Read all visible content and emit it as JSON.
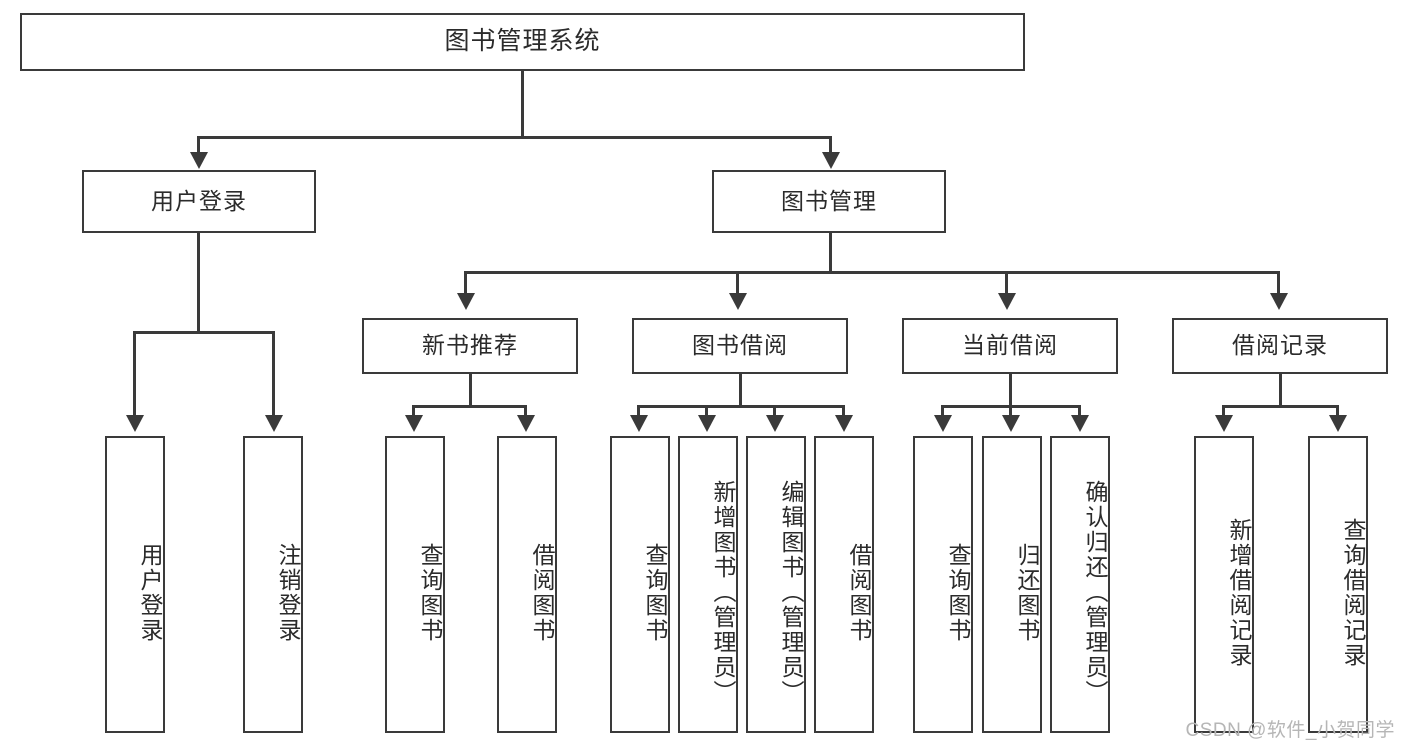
{
  "diagram": {
    "title": "图书管理系统",
    "root": {
      "label": "图书管理系统"
    },
    "level2": [
      {
        "label": "用户登录"
      },
      {
        "label": "图书管理"
      }
    ],
    "level3": [
      {
        "label": "新书推荐"
      },
      {
        "label": "图书借阅"
      },
      {
        "label": "当前借阅"
      },
      {
        "label": "借阅记录"
      }
    ],
    "leaves": {
      "user_login": [
        {
          "label": "用户登录"
        },
        {
          "label": "注销登录"
        }
      ],
      "new_book_recommend": [
        {
          "label": "查询图书"
        },
        {
          "label": "借阅图书"
        }
      ],
      "book_borrow": [
        {
          "label": "查询图书"
        },
        {
          "label": "新增图书（管理员）"
        },
        {
          "label": "编辑图书（管理员）"
        },
        {
          "label": "借阅图书"
        }
      ],
      "current_borrow": [
        {
          "label": "查询图书"
        },
        {
          "label": "归还图书"
        },
        {
          "label": "确认归还（管理员）"
        }
      ],
      "borrow_record": [
        {
          "label": "新增借阅记录"
        },
        {
          "label": "查询借阅记录"
        }
      ]
    }
  },
  "watermark": {
    "text": "CSDN @软件_小贺同学"
  },
  "colors": {
    "stroke": "#3a3a3a",
    "text": "#2b2b2b",
    "background": "#ffffff",
    "watermark": "#b6b6b6"
  }
}
